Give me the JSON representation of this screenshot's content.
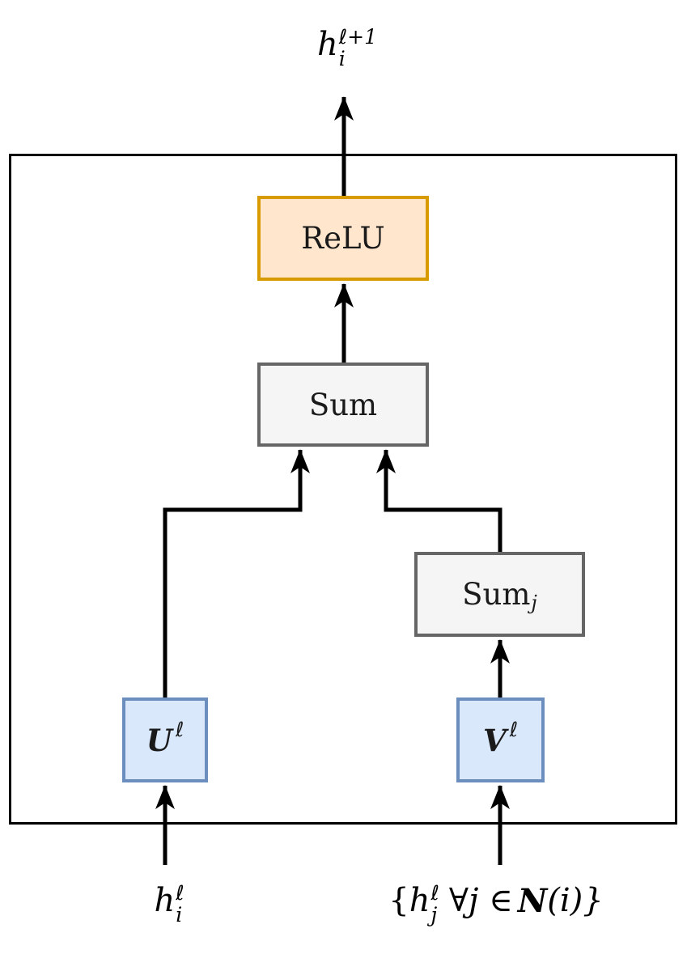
{
  "diagram": {
    "kind": "gnn-layer-block-diagram",
    "output_label": {
      "base": "h",
      "sup": "ℓ+1",
      "sub": "i"
    },
    "nodes": {
      "relu": {
        "label": "ReLU"
      },
      "sum": {
        "label": "Sum"
      },
      "sum_j": {
        "label": "Sum",
        "sub": "j"
      },
      "u_weight": {
        "base": "U",
        "sup": "ℓ"
      },
      "v_weight": {
        "base": "V",
        "sup": "ℓ"
      }
    },
    "inputs": {
      "left": {
        "base": "h",
        "sup": "ℓ",
        "sub": "i"
      },
      "right": {
        "open": "{",
        "base": "h",
        "sup": "ℓ",
        "sub": "j",
        "mid": "∀j ∈",
        "nset": "N",
        "close": "(i)}"
      }
    },
    "colors": {
      "relu_fill": "#FFE6CC",
      "relu_stroke": "#D79B00",
      "sum_fill": "#F5F5F5",
      "sum_stroke": "#666666",
      "weight_fill": "#DAE8FC",
      "weight_stroke": "#6C8EBF",
      "line": "#000000",
      "background": "#FFFFFF"
    }
  }
}
